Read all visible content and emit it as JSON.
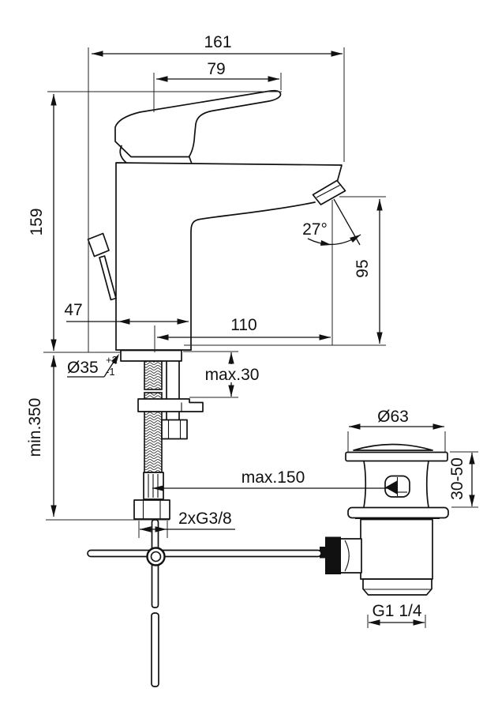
{
  "drawing": {
    "type": "technical-dimension-drawing",
    "subject": "single-lever basin mixer with pop-up waste",
    "units": "mm",
    "line_color": "#111111",
    "background": "#ffffff",
    "dims": {
      "overall_length": "161",
      "handle_projection": "79",
      "overall_height": "159",
      "body_depth": "47",
      "spout_reach": "110",
      "outlet_height": "95",
      "spout_angle": "27°",
      "mount_hole": "Ø35",
      "mount_hole_tol_plus": "+2",
      "mount_hole_tol_minus": "-1",
      "deck_thickness_max": "max.30",
      "clearance_min": "min.350",
      "rod_length_max": "max.150",
      "supply_thread": "2xG3/8",
      "waste_flange_dia": "Ø63",
      "waste_deck_range": "30-50",
      "waste_thread": "G1 1/4"
    }
  }
}
